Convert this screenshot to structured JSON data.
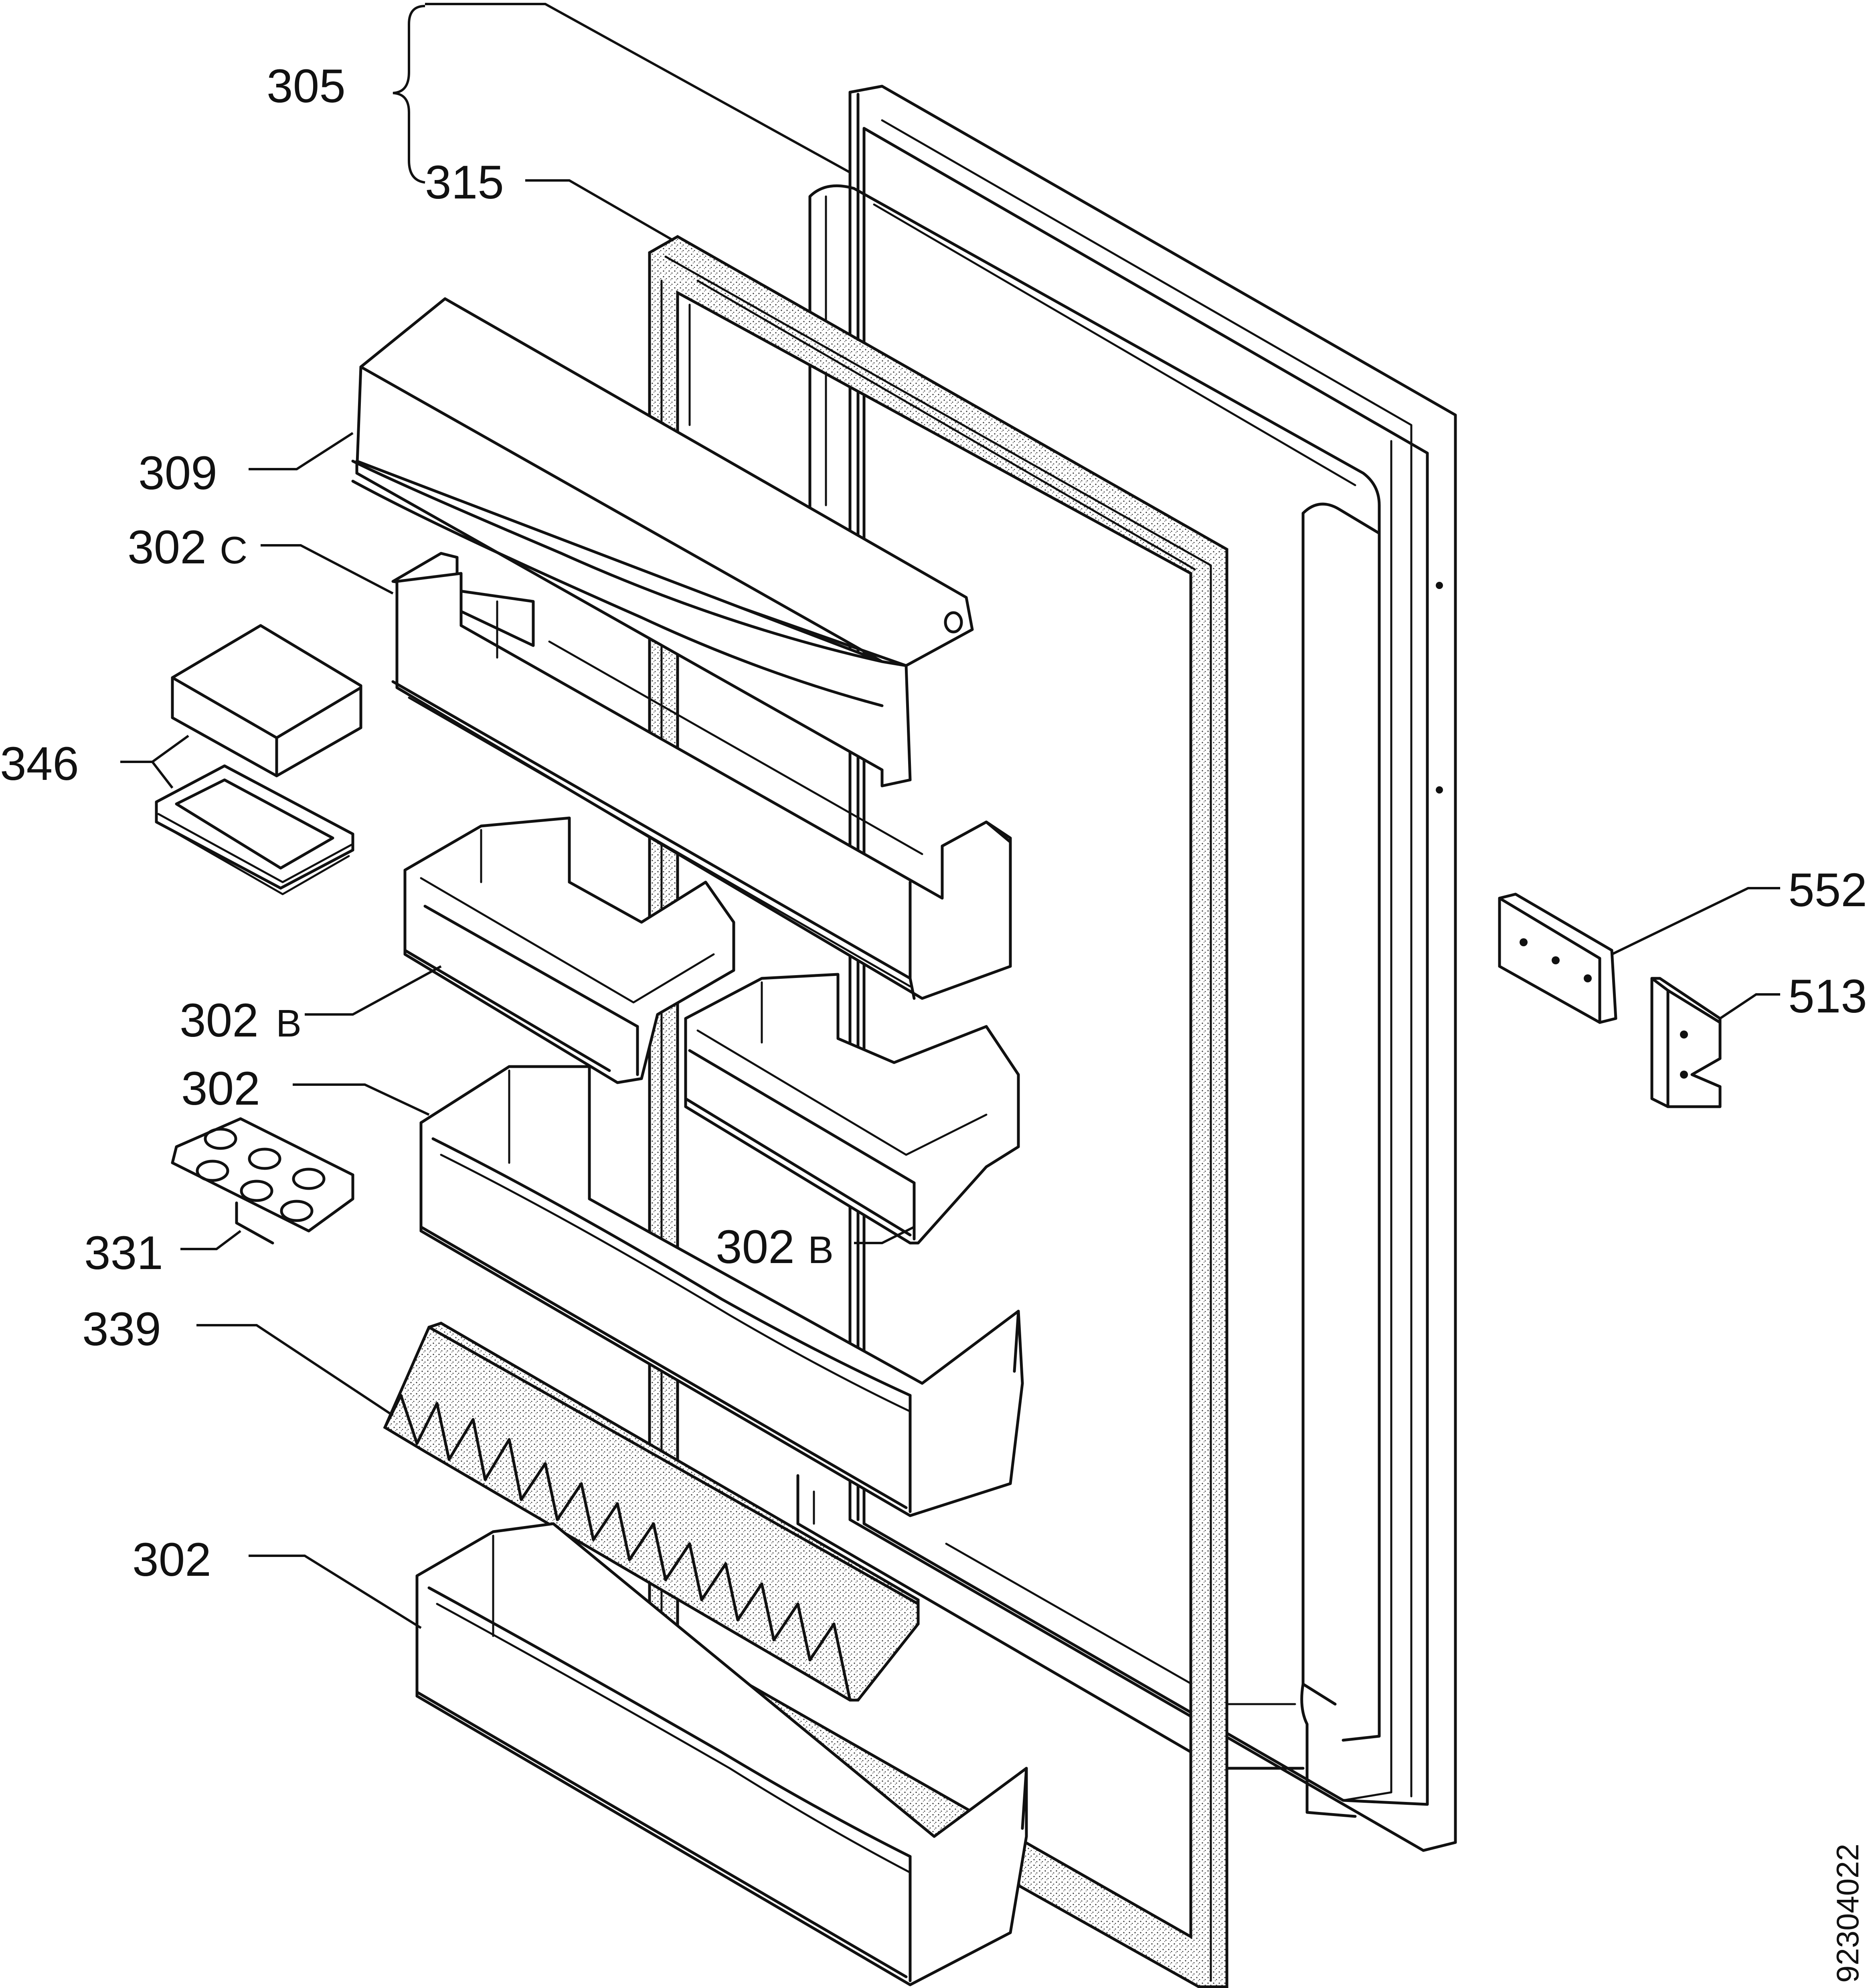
{
  "diagram": {
    "drawing_number": "92304022",
    "labels": {
      "door_assembly": "305",
      "door_gasket": "315",
      "butter_lid": "309",
      "butter_compartment": "302",
      "butter_compartment_suffix": "C",
      "cheese_box": "346",
      "small_shelf_left": "302",
      "small_shelf_left_suffix": "B",
      "bottle_shelf_upper": "302",
      "small_shelf_right": "302",
      "small_shelf_right_suffix": "B",
      "egg_tray": "331",
      "bottle_retainer": "339",
      "bottle_shelf_lower": "302",
      "hinge_plate": "552",
      "hinge_bracket": "513"
    }
  }
}
